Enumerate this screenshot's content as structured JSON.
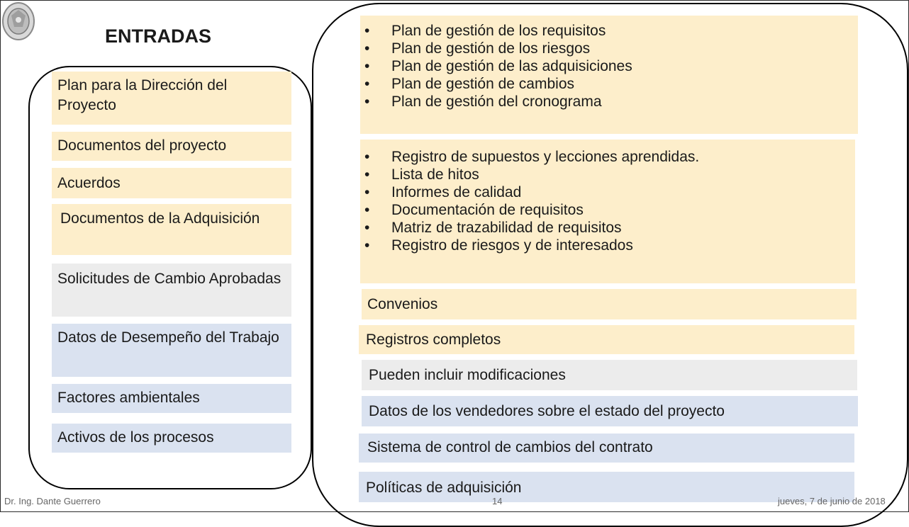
{
  "slide": {
    "title": "ENTRADAS",
    "inputs": [
      {
        "label": "Plan para la Dirección del Proyecto",
        "color": "#fdeecb"
      },
      {
        "label": "Documentos del proyecto",
        "color": "#fdeecb"
      },
      {
        "label": "Acuerdos",
        "color": "#fdeecb"
      },
      {
        "label": "Documentos de la Adquisición",
        "color": "#fdeecb"
      },
      {
        "label": "Solicitudes de Cambio Aprobadas",
        "color": "#ececec"
      },
      {
        "label": "Datos de Desempeño del Trabajo",
        "color": "#dae2f0"
      },
      {
        "label": "Factores ambientales",
        "color": "#dae2f0"
      },
      {
        "label": "Activos de los procesos",
        "color": "#dae2f0"
      }
    ],
    "plan_list": [
      "Plan de gestión de los requisitos",
      "Plan de gestión de los riesgos",
      "Plan de gestión de las adquisiciones",
      "Plan de gestión de cambios",
      "Plan de gestión del cronograma"
    ],
    "docs_list": [
      "Registro de supuestos y lecciones aprendidas.",
      "Lista de hitos",
      "Informes de calidad",
      "Documentación de requisitos",
      "Matriz de trazabilidad de requisitos",
      "Registro de riesgos y de interesados"
    ],
    "details": {
      "convenios": "Convenios",
      "registros": "Registros completos",
      "modificaciones": "Pueden incluir modificaciones",
      "vendedores": "Datos de los vendedores sobre el estado del proyecto",
      "control": "Sistema de control de cambios del contrato",
      "politicas": "Políticas de adquisición"
    }
  },
  "footer": {
    "author": "Dr. Ing. Dante Guerrero",
    "page": "14",
    "date": "jueves, 7 de junio de 2018"
  }
}
